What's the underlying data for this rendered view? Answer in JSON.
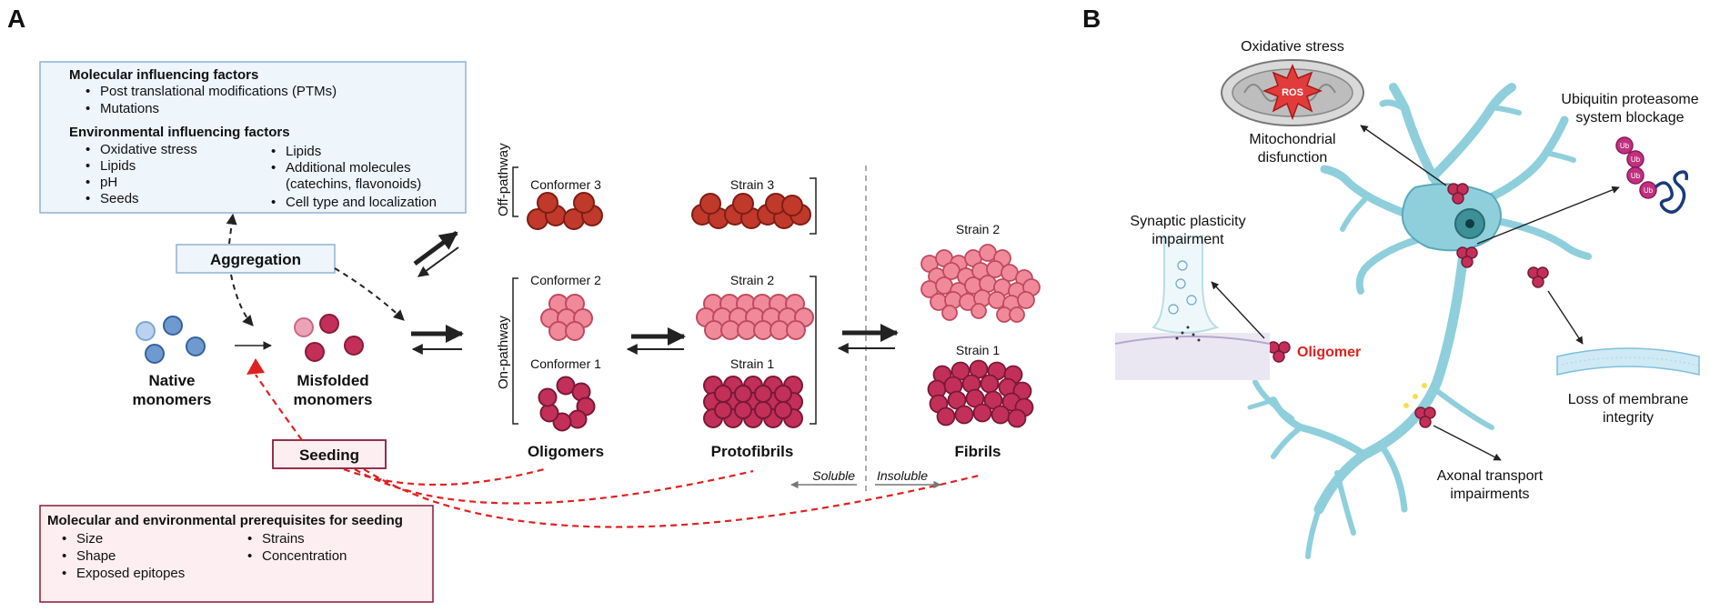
{
  "panel_a": {
    "letter": "A",
    "molecular_factors": {
      "title": "Molecular influencing factors",
      "items": [
        "Post translational modifications (PTMs)",
        "Mutations"
      ]
    },
    "environmental_factors": {
      "title": "Environmental influencing factors",
      "col1": [
        "Oxidative stress",
        "Lipids",
        "pH",
        "Seeds"
      ],
      "col2": [
        "Lipids",
        "Additional molecules",
        "(catechins, flavonoids)",
        "Cell type and localization"
      ]
    },
    "aggregation_label": "Aggregation",
    "seeding_label": "Seeding",
    "native": [
      "Native",
      "monomers"
    ],
    "misfolded": [
      "Misfolded",
      "monomers"
    ],
    "off_pathway": "Off-pathway",
    "on_pathway": "On-pathway",
    "conformers": [
      "Conformer 3",
      "Conformer 2",
      "Conformer 1"
    ],
    "proto_strains": [
      "Strain 3",
      "Strain 2",
      "Strain 1"
    ],
    "fibril_strains": [
      "Strain 2",
      "Strain 1"
    ],
    "stages": [
      "Oligomers",
      "Protofibrils",
      "Fibrils"
    ],
    "soluble": "Soluble",
    "insoluble": "Insoluble",
    "seeding_prereq": {
      "title": "Molecular and environmental prerequisites for seeding",
      "col1": [
        "Size",
        "Shape",
        "Exposed epitopes"
      ],
      "col2": [
        "Strains",
        "Concentration"
      ]
    }
  },
  "panel_b": {
    "letter": "B",
    "oxidative_stress": "Oxidative stress",
    "ros": "ROS",
    "mito": [
      "Mitochondrial",
      "disfunction"
    ],
    "ubiquitin": [
      "Ubiquitin proteasome",
      "system blockage"
    ],
    "ub": "Ub",
    "synaptic": [
      "Synaptic plasticity",
      "impairment"
    ],
    "oligomer": "Oligomer",
    "membrane": [
      "Loss of membrane",
      "integrity"
    ],
    "axonal": [
      "Axonal transport",
      "impairments"
    ]
  },
  "colors": {
    "dark_red": "#c0392b",
    "pink": "#f08a9a",
    "crimson": "#c2305a",
    "neuron": "#8fcfdc",
    "dashed_red": "#e02020",
    "box_blue_bg": "#eef5fb",
    "box_pink_bg": "#fdeef1"
  }
}
